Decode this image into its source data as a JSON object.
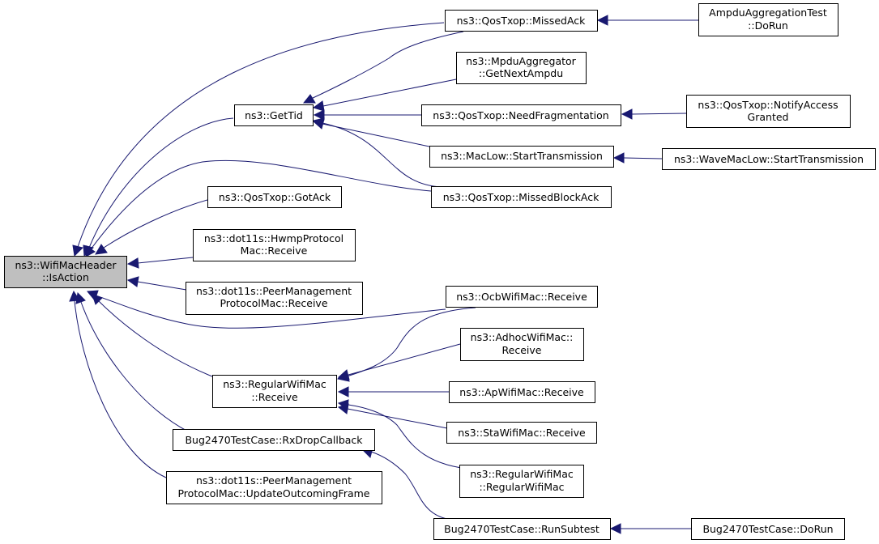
{
  "colors": {
    "edge": "#191970",
    "root_fill": "#bfbfbf",
    "node_fill": "#ffffff",
    "border": "#000000"
  },
  "nodes": [
    {
      "id": "n0",
      "lines": [
        "ns3::WifiMacHeader",
        "::IsAction"
      ],
      "root": true
    },
    {
      "id": "n1",
      "lines": [
        "ns3::GetTid"
      ]
    },
    {
      "id": "n2",
      "lines": [
        "ns3::QosTxop::GotAck"
      ]
    },
    {
      "id": "n3",
      "lines": [
        "ns3::dot11s::HwmpProtocol",
        "Mac::Receive"
      ]
    },
    {
      "id": "n4",
      "lines": [
        "ns3::dot11s::PeerManagement",
        "ProtocolMac::Receive"
      ]
    },
    {
      "id": "n5",
      "lines": [
        "ns3::RegularWifiMac",
        "::Receive"
      ]
    },
    {
      "id": "n6",
      "lines": [
        "Bug2470TestCase::RxDropCallback"
      ]
    },
    {
      "id": "n7",
      "lines": [
        "ns3::dot11s::PeerManagement",
        "ProtocolMac::UpdateOutcomingFrame"
      ]
    },
    {
      "id": "n8",
      "lines": [
        "ns3::QosTxop::MissedAck"
      ]
    },
    {
      "id": "n9",
      "lines": [
        "ns3::MpduAggregator",
        "::GetNextAmpdu"
      ]
    },
    {
      "id": "n10",
      "lines": [
        "ns3::QosTxop::NeedFragmentation"
      ]
    },
    {
      "id": "n11",
      "lines": [
        "ns3::MacLow::StartTransmission"
      ]
    },
    {
      "id": "n12",
      "lines": [
        "ns3::QosTxop::MissedBlockAck"
      ]
    },
    {
      "id": "n13",
      "lines": [
        "ns3::OcbWifiMac::Receive"
      ]
    },
    {
      "id": "n14",
      "lines": [
        "ns3::AdhocWifiMac::",
        "Receive"
      ]
    },
    {
      "id": "n15",
      "lines": [
        "ns3::ApWifiMac::Receive"
      ]
    },
    {
      "id": "n16",
      "lines": [
        "ns3::StaWifiMac::Receive"
      ]
    },
    {
      "id": "n17",
      "lines": [
        "ns3::RegularWifiMac",
        "::RegularWifiMac"
      ]
    },
    {
      "id": "n18",
      "lines": [
        "Bug2470TestCase::RunSubtest"
      ]
    },
    {
      "id": "n19",
      "lines": [
        "AmpduAggregationTest",
        "::DoRun"
      ]
    },
    {
      "id": "n20",
      "lines": [
        "ns3::QosTxop::NotifyAccess",
        "Granted"
      ]
    },
    {
      "id": "n21",
      "lines": [
        "ns3::WaveMacLow::StartTransmission"
      ]
    },
    {
      "id": "n22",
      "lines": [
        "Bug2470TestCase::DoRun"
      ]
    }
  ]
}
